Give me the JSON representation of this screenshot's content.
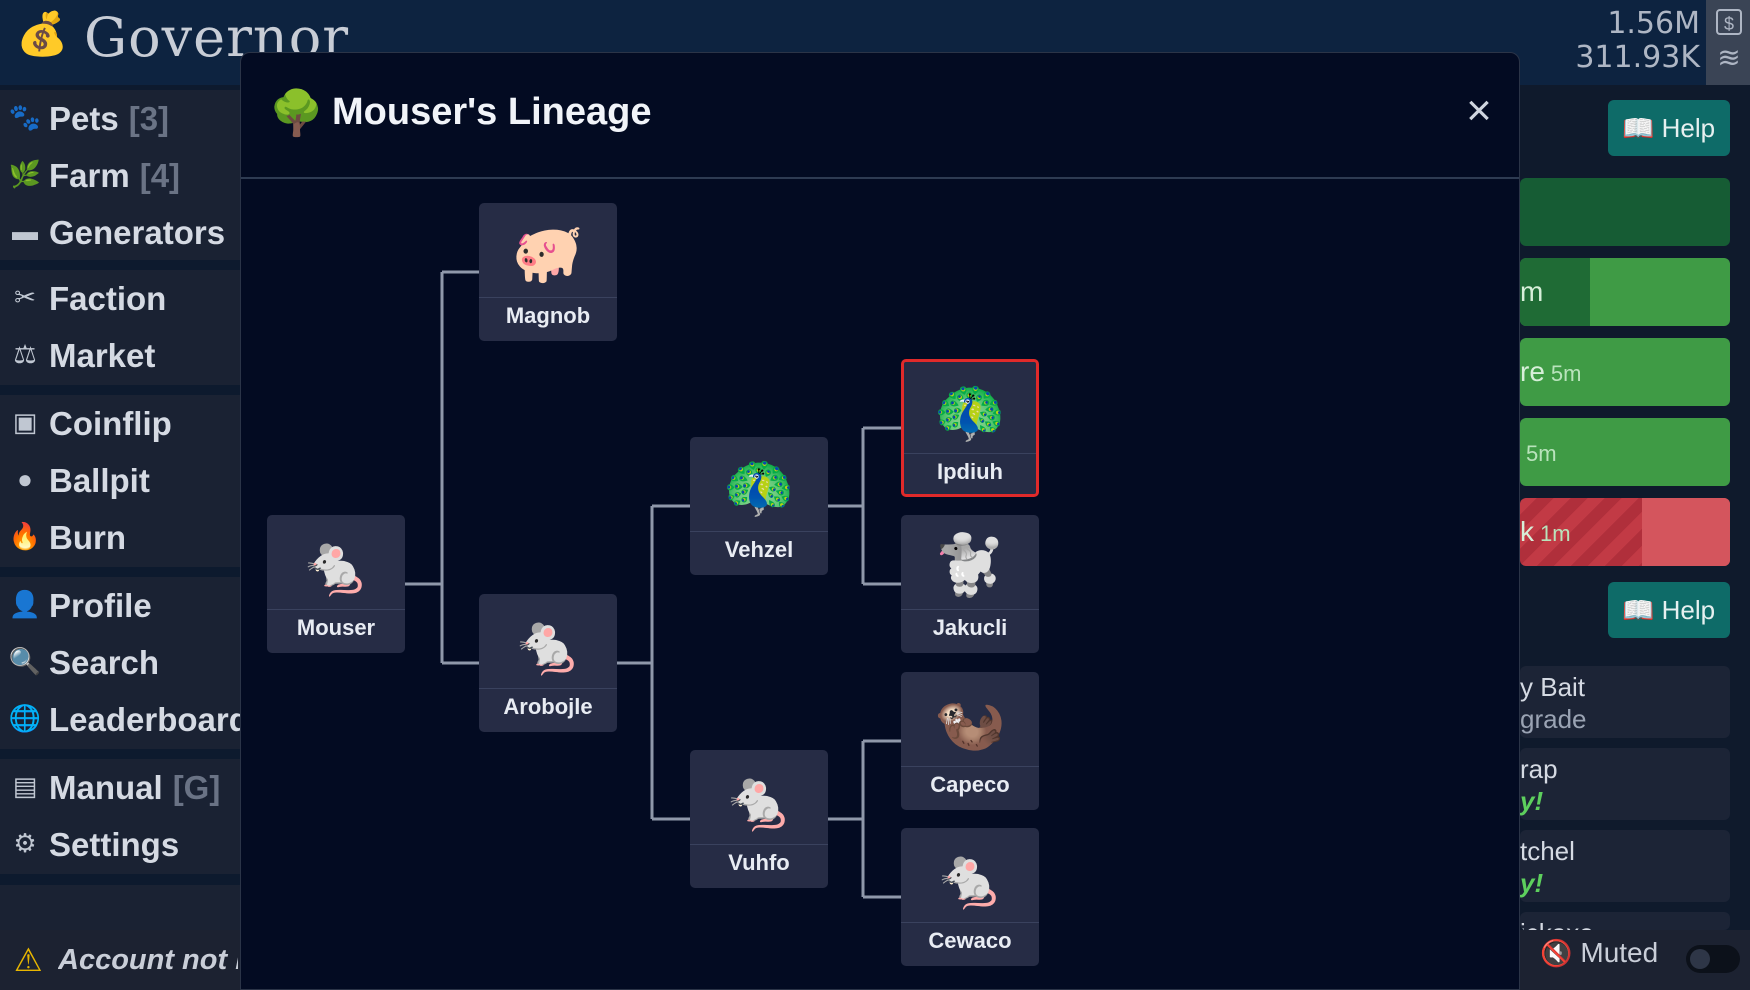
{
  "app": {
    "logo_icon": "💰",
    "brand": "Governor",
    "resources": [
      {
        "value": "1.56M",
        "icon": "$"
      },
      {
        "value": "311.93K",
        "icon": "≋"
      }
    ]
  },
  "sidebar": {
    "items": [
      {
        "icon": "🐾",
        "label": "Pets",
        "count": "[3]"
      },
      {
        "icon": "🌿",
        "label": "Farm",
        "count": "[4]"
      },
      {
        "icon": "▬",
        "label": "Generators",
        "count": ""
      },
      {
        "icon": "✂",
        "label": "Faction",
        "count": ""
      },
      {
        "icon": "⚖",
        "label": "Market",
        "count": ""
      },
      {
        "icon": "▣",
        "label": "Coinflip",
        "count": ""
      },
      {
        "icon": "●",
        "label": "Ballpit",
        "count": ""
      },
      {
        "icon": "🔥",
        "label": "Burn",
        "count": ""
      },
      {
        "icon": "👤",
        "label": "Profile",
        "count": ""
      },
      {
        "icon": "🔍",
        "label": "Search",
        "count": ""
      },
      {
        "icon": "🌐",
        "label": "Leaderboards",
        "count": ""
      },
      {
        "icon": "▤",
        "label": "Manual",
        "count": "[G]"
      },
      {
        "icon": "⚙",
        "label": "Settings",
        "count": ""
      }
    ]
  },
  "status": {
    "warning_icon": "⚠",
    "account_text": "Account not l",
    "muted_label": "Muted"
  },
  "right_panel": {
    "help_label": "Help",
    "help_icon": "📖",
    "bars": [
      {
        "text": "",
        "sub": ""
      },
      {
        "text": "m",
        "sub": ""
      },
      {
        "text": "re",
        "sub": "5m"
      },
      {
        "text": "",
        "sub": "5m"
      },
      {
        "text": "k",
        "sub": "1m"
      }
    ],
    "cards": [
      {
        "l1": "y Bait",
        "l2": "grade",
        "green": false
      },
      {
        "l1": "rap",
        "l2": "y!",
        "green": true
      },
      {
        "l1": "tchel",
        "l2": "y!",
        "green": true
      },
      {
        "l1": "ickaxe",
        "l2": "",
        "green": false
      }
    ]
  },
  "modal": {
    "title_icon": "🌳",
    "title": "Mouser's Lineage",
    "close_icon": "×",
    "nodes": {
      "mouser": {
        "name": "Mouser",
        "emoji": "🐁"
      },
      "magnob": {
        "name": "Magnob",
        "emoji": "🐖"
      },
      "arobojle": {
        "name": "Arobojle",
        "emoji": "🐁"
      },
      "vehzel": {
        "name": "Vehzel",
        "emoji": "🦚"
      },
      "vuhfo": {
        "name": "Vuhfo",
        "emoji": "🐁"
      },
      "ipdiuh": {
        "name": "Ipdiuh",
        "emoji": "🦚"
      },
      "jakucli": {
        "name": "Jakucli",
        "emoji": "🐩"
      },
      "capeco": {
        "name": "Capeco",
        "emoji": "🦦"
      },
      "cewaco": {
        "name": "Cewaco",
        "emoji": "🐁"
      }
    }
  }
}
